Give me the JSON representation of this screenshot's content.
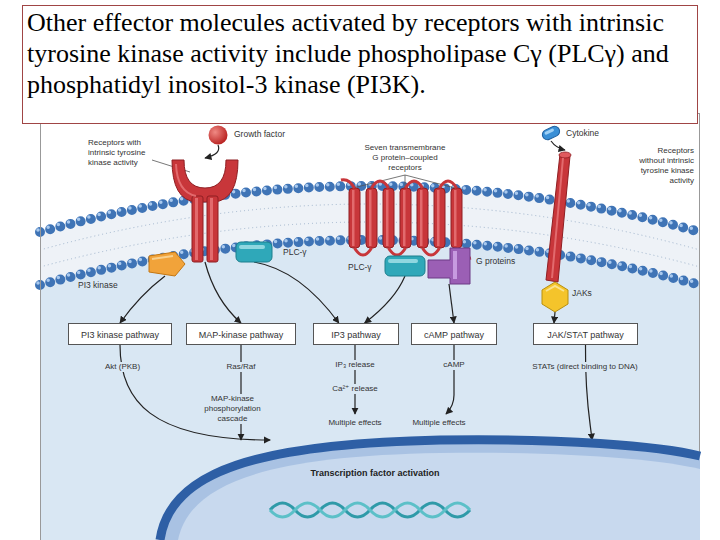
{
  "diagram": {
    "title": "Other effector molecules activated by receptors with intrinsic tyrosine kinase activity include phospholipase Cγ (PLCγ) and phosphatidyl inositol-3 kinase (PI3K).",
    "nodes": [
      {
        "text": [
          "Growth factor"
        ]
      },
      {
        "text": [
          "Receptors with intrinsic tyrosine kinase activity"
        ]
      },
      {
        "text": [
          "Seven transmembrane G protein–coupled receptors"
        ]
      },
      {
        "text": [
          "Cytokine"
        ]
      },
      {
        "text": [
          "Receptors without intrinsic tyrosine kinase activity"
        ]
      },
      {
        "text": [
          "PLC-γ"
        ]
      },
      {
        "text": [
          "PI3 kinase"
        ]
      },
      {
        "text": [
          "PLC-γ"
        ]
      },
      {
        "text": [
          "G proteins"
        ]
      },
      {
        "text": [
          "JAKs"
        ]
      },
      {
        "text": [
          "PI3 kinase pathway"
        ]
      },
      {
        "text": [
          "MAP-kinase pathway"
        ]
      },
      {
        "text": [
          "IP3 pathway"
        ]
      },
      {
        "text": [
          "cAMP pathway"
        ]
      },
      {
        "text": [
          "JAK/STAT pathway"
        ]
      },
      {
        "text": [
          "Transcription factor activation"
        ]
      }
    ],
    "edges": [
      {
        "from": 0,
        "to": 1,
        "arrow": "to"
      },
      {
        "from": 3,
        "to": 4,
        "arrow": "to"
      },
      {
        "from": 6,
        "to": 10,
        "arrow": "to"
      },
      {
        "from": 1,
        "to": 11,
        "arrow": "to"
      },
      {
        "from": 5,
        "to": 12,
        "arrow": "to"
      },
      {
        "from": 7,
        "to": 12,
        "arrow": "to"
      },
      {
        "from": 8,
        "to": 13,
        "arrow": "to"
      },
      {
        "from": 9,
        "to": 14,
        "arrow": "to"
      },
      {
        "from": 10,
        "to": 15,
        "arrow": "to"
      },
      {
        "from": 11,
        "to": 15,
        "arrow": "to"
      },
      {
        "from": 14,
        "to": 15,
        "arrow": "to"
      }
    ],
    "labels": [
      "Akt (PKB)",
      "Ras/Raf",
      "MAP-kinase phosphorylation cascade",
      "IP₃ release",
      "Ca²⁺ release",
      "Multiple effects",
      "cAMP",
      "Multiple effects",
      "STATs (direct binding to DNA)"
    ]
  }
}
